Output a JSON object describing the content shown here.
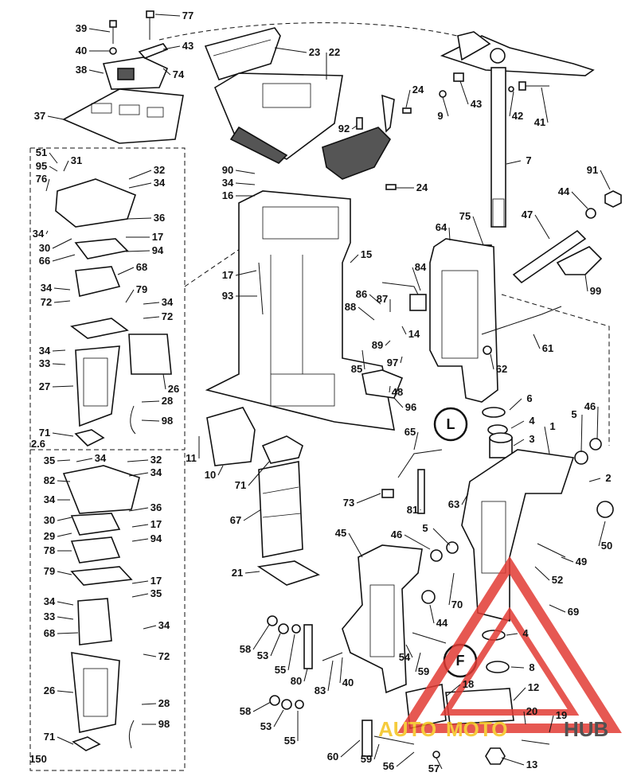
{
  "diagram": {
    "labels": [
      "1",
      "2",
      "3",
      "4",
      "5",
      "6",
      "7",
      "8",
      "9",
      "10",
      "11",
      "12",
      "13",
      "14",
      "15",
      "16",
      "17",
      "18",
      "19",
      "20",
      "21",
      "22",
      "23",
      "24",
      "26",
      "27",
      "28",
      "29",
      "30",
      "31",
      "32",
      "33",
      "34",
      "35",
      "36",
      "37",
      "38",
      "39",
      "40",
      "41",
      "42",
      "43",
      "44",
      "45",
      "46",
      "47",
      "48",
      "49",
      "50",
      "51",
      "52",
      "53",
      "54",
      "55",
      "56",
      "57",
      "58",
      "59",
      "60",
      "61",
      "62",
      "63",
      "64",
      "65",
      "66",
      "67",
      "68",
      "69",
      "70",
      "71",
      "72",
      "73",
      "74",
      "75",
      "76",
      "77",
      "78",
      "79",
      "80",
      "81",
      "82",
      "83",
      "84",
      "85",
      "86",
      "87",
      "88",
      "89",
      "90",
      "91",
      "92",
      "93",
      "94",
      "95",
      "96",
      "97",
      "98",
      "99"
    ],
    "inset_labels": {
      "upper": "2.6",
      "lower": "150"
    },
    "symbol_labels": [
      "L",
      "F"
    ]
  },
  "watermark": {
    "word_a": "AUTO",
    "word_b": "MOTO",
    "word_c": "HUB",
    "colors": {
      "red": "#e23b34",
      "yellow": "#f4c21b",
      "dark": "#333333"
    }
  }
}
